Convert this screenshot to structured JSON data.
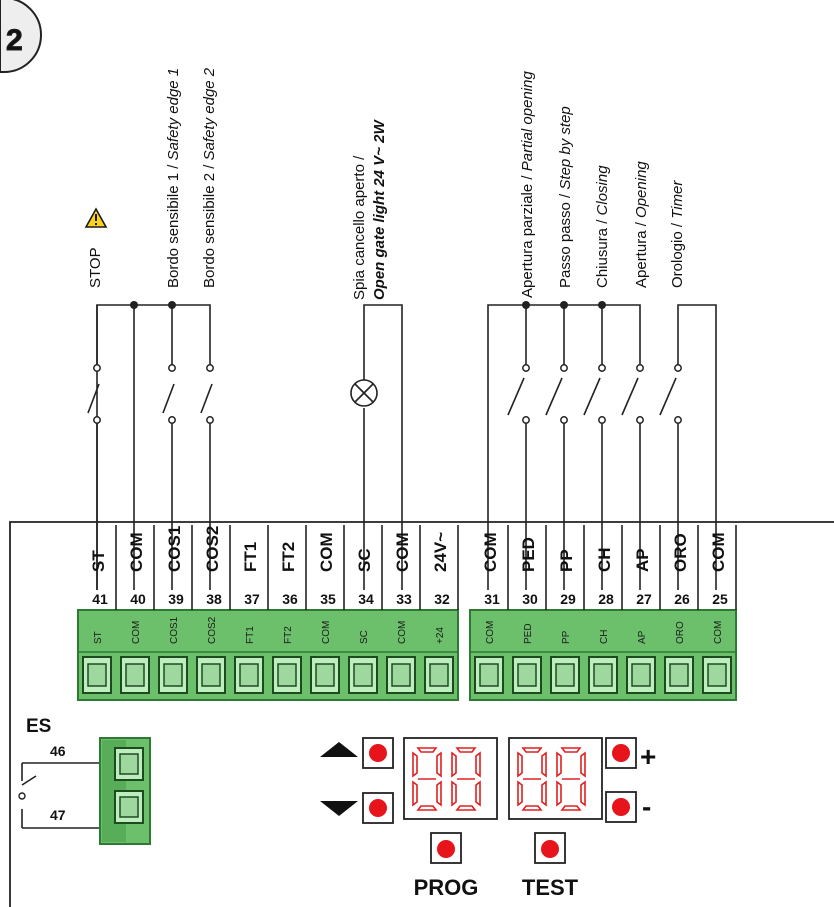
{
  "badge_number": "2",
  "colors": {
    "terminal_green": "#6cc06c",
    "terminal_dark": "#2f7a33",
    "button_red": "#e8141c",
    "display_red": "#e02020"
  },
  "labels": {
    "stop": "STOP",
    "warning_icon": "warning-triangle-icon",
    "cos1_it": "Bordo sensibile 1 / ",
    "cos1_en": "Safety edge 1",
    "cos2_it": "Bordo sensibile 2 / ",
    "cos2_en": "Safety edge 2",
    "sc_it": "Spia cancello aperto /",
    "sc_en": "Open gate light  24 V~ 2W",
    "ped_it": "Apertura parziale / ",
    "ped_en": "Partial opening",
    "pp_it": "Passo passo / ",
    "pp_en": "Step by step",
    "ch_it": "Chiusura / ",
    "ch_en": "Closing",
    "ap_it": "Apertura / ",
    "ap_en": "Opening",
    "oro_it": "Orologio / ",
    "oro_en": "Timer"
  },
  "terminals_left": [
    {
      "name": "ST",
      "num": "41",
      "print": "ST"
    },
    {
      "name": "COM",
      "num": "40",
      "print": "COM"
    },
    {
      "name": "COS1",
      "num": "39",
      "print": "COS1"
    },
    {
      "name": "COS2",
      "num": "38",
      "print": "COS2"
    },
    {
      "name": "FT1",
      "num": "37",
      "print": "FT1"
    },
    {
      "name": "FT2",
      "num": "36",
      "print": "FT2"
    },
    {
      "name": "COM",
      "num": "35",
      "print": "COM"
    },
    {
      "name": "SC",
      "num": "34",
      "print": "SC"
    },
    {
      "name": "COM",
      "num": "33",
      "print": "COM"
    },
    {
      "name": "24V~",
      "num": "32",
      "print": "+24"
    }
  ],
  "terminals_right": [
    {
      "name": "COM",
      "num": "31",
      "print": "COM"
    },
    {
      "name": "PED",
      "num": "30",
      "print": "PED"
    },
    {
      "name": "PP",
      "num": "29",
      "print": "PP"
    },
    {
      "name": "CH",
      "num": "28",
      "print": "CH"
    },
    {
      "name": "AP",
      "num": "27",
      "print": "AP"
    },
    {
      "name": "ORO",
      "num": "26",
      "print": "ORO"
    },
    {
      "name": "COM",
      "num": "25",
      "print": "COM"
    }
  ],
  "es": {
    "label": "ES",
    "top": "46",
    "bottom": "47"
  },
  "display": {
    "digits_left": "88",
    "digits_right": "88"
  },
  "controls": {
    "up_icon": "up-arrow-icon",
    "down_icon": "down-arrow-icon",
    "plus": "+",
    "minus": "-",
    "prog": "PROG",
    "test": "TEST"
  }
}
